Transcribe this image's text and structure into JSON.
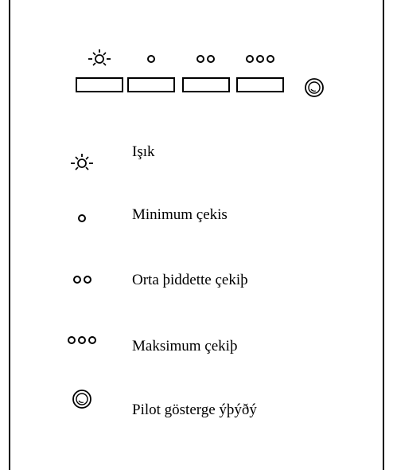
{
  "legend": {
    "light_label": "Işık",
    "min_label": "Minimum çekis",
    "mid_label": "Orta þiddette çekiþ",
    "max_label": "Maksimum çekiþ",
    "pilot_label": "Pilot gösterge ýþýðý"
  },
  "icons": {
    "light": "sun-icon",
    "min": "one-dot-icon",
    "mid": "two-dots-icon",
    "max": "three-dots-icon",
    "pilot": "pilot-lamp-icon"
  }
}
